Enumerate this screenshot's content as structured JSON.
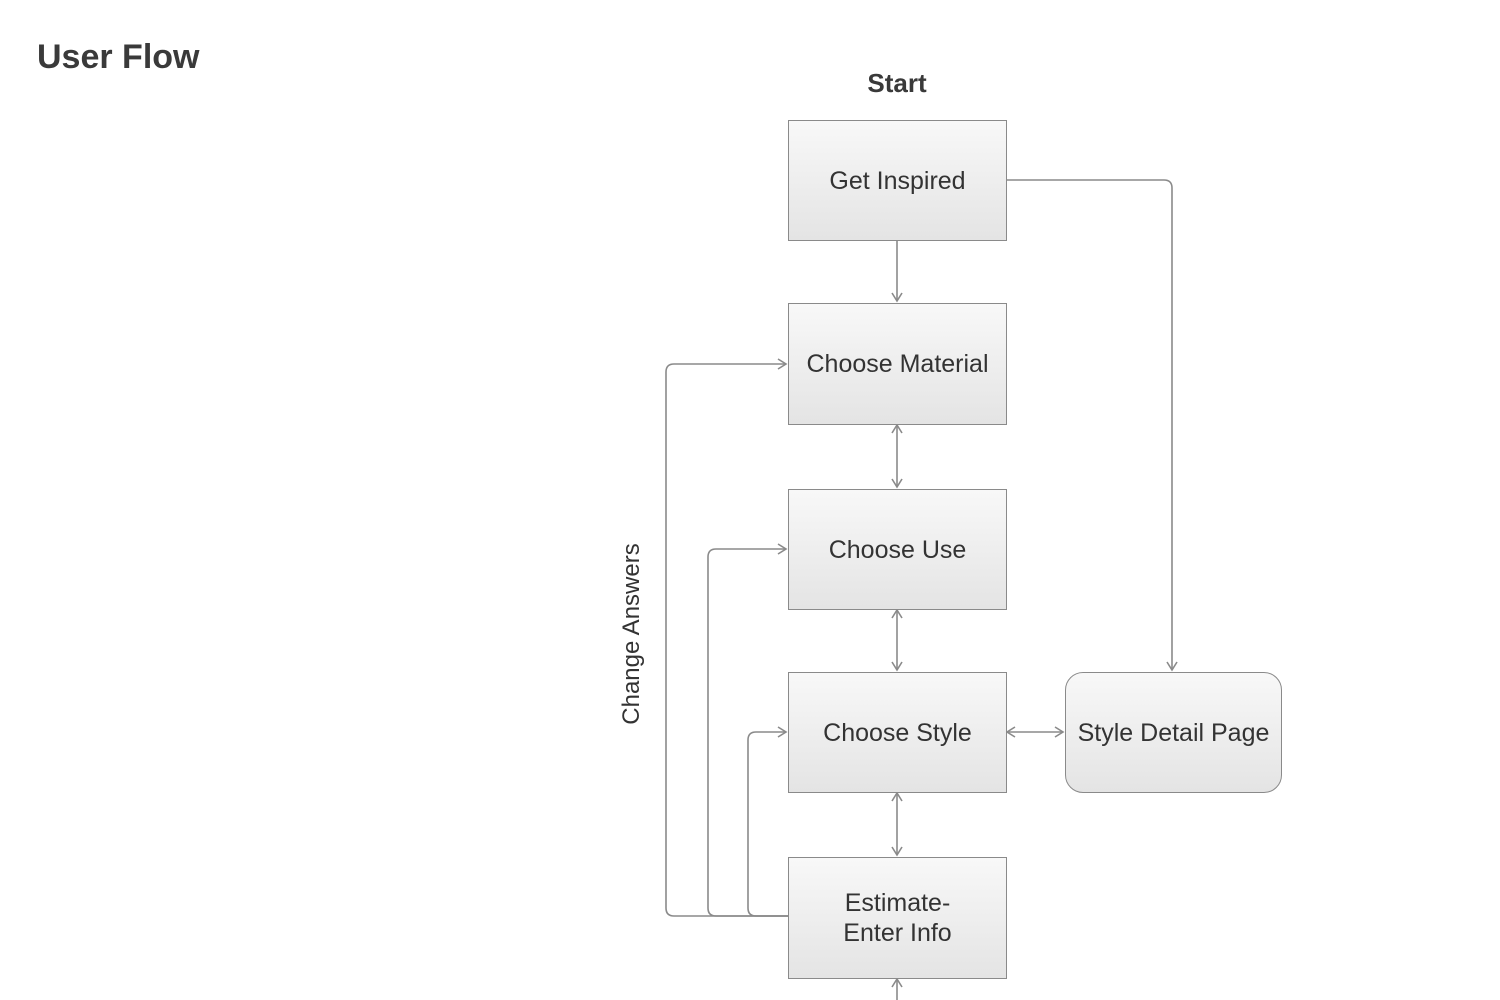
{
  "page": {
    "title": "User Flow"
  },
  "diagram": {
    "start_label": "Start",
    "nodes": {
      "get_inspired": "Get Inspired",
      "choose_material": "Choose Material",
      "choose_use": "Choose Use",
      "choose_style": "Choose Style",
      "estimate": "Estimate-\nEnter Info",
      "style_detail": "Style Detail Page"
    },
    "edge_labels": {
      "change_answers": "Change Answers"
    }
  },
  "colors": {
    "box_fill_top": "#f8f8f8",
    "box_fill_bottom": "#e4e4e4",
    "border": "#8a8a8a",
    "text": "#333333"
  }
}
